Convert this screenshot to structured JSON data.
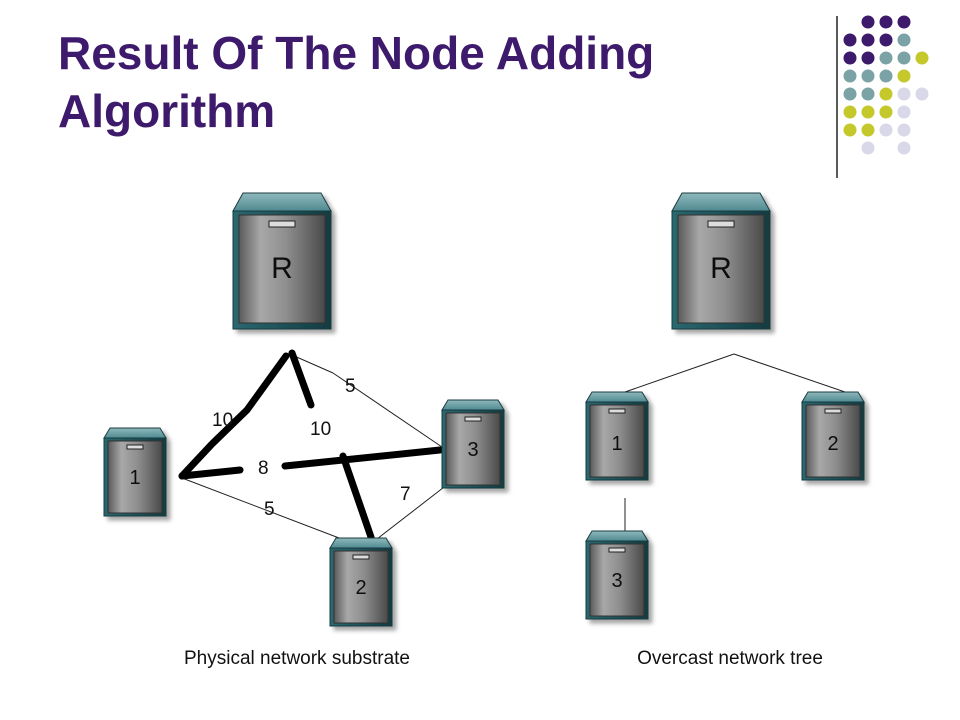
{
  "slide": {
    "title": "Result Of The Node Adding Algorithm"
  },
  "theme": {
    "title_color": "#3d1a6b",
    "dot_colors": [
      "#3d1a6b",
      "#7ba3a5",
      "#c5c82a",
      "#d8d8e8"
    ]
  },
  "physical_network": {
    "caption": "Physical network substrate",
    "nodes": [
      "R",
      "1",
      "2",
      "3"
    ],
    "edges": [
      {
        "from": "R",
        "to": "1",
        "weight": "10",
        "bold": true
      },
      {
        "from": "R",
        "to": "2",
        "weight": "10",
        "bold": true
      },
      {
        "from": "R",
        "to": "3",
        "weight": "5",
        "bold": false
      },
      {
        "from": "1",
        "to": "3",
        "weight": "8",
        "bold": true
      },
      {
        "from": "1",
        "to": "2",
        "weight": "5",
        "bold": false
      },
      {
        "from": "3",
        "to": "2",
        "weight": "7",
        "bold": false
      }
    ]
  },
  "overcast_tree": {
    "caption": "Overcast network tree",
    "nodes": [
      "R",
      "1",
      "2",
      "3"
    ],
    "edges": [
      {
        "from": "R",
        "to": "1"
      },
      {
        "from": "R",
        "to": "2"
      },
      {
        "from": "1",
        "to": "3"
      }
    ]
  }
}
